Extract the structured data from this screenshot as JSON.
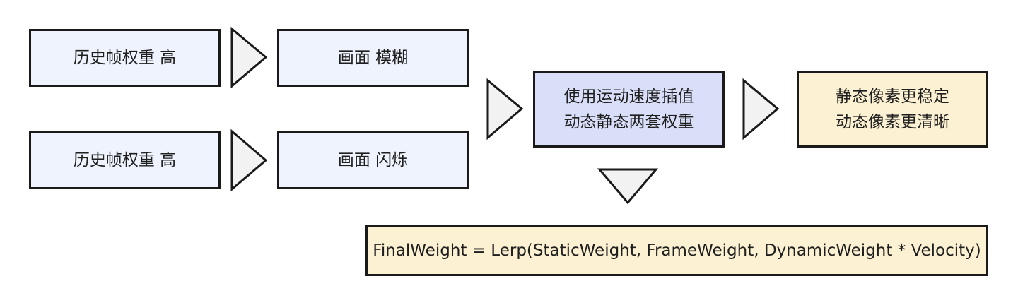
{
  "nodes": {
    "history_high_top": "历史帧权重 高",
    "blur": "画面 模糊",
    "history_high_bottom": "历史帧权重 高",
    "flicker": "画面 闪烁",
    "velocity_line1": "使用运动速度插值",
    "velocity_line2": "动态静态两套权重",
    "result_line1": "静态像素更稳定",
    "result_line2": "动态像素更清晰",
    "formula": "FinalWeight = Lerp(StaticWeight, FrameWeight, DynamicWeight * Velocity)"
  },
  "colors": {
    "light_blue": "#eef3fd",
    "mid_blue": "#d9dff8",
    "yellow": "#fcf1d2",
    "border": "#1a1a1a"
  }
}
